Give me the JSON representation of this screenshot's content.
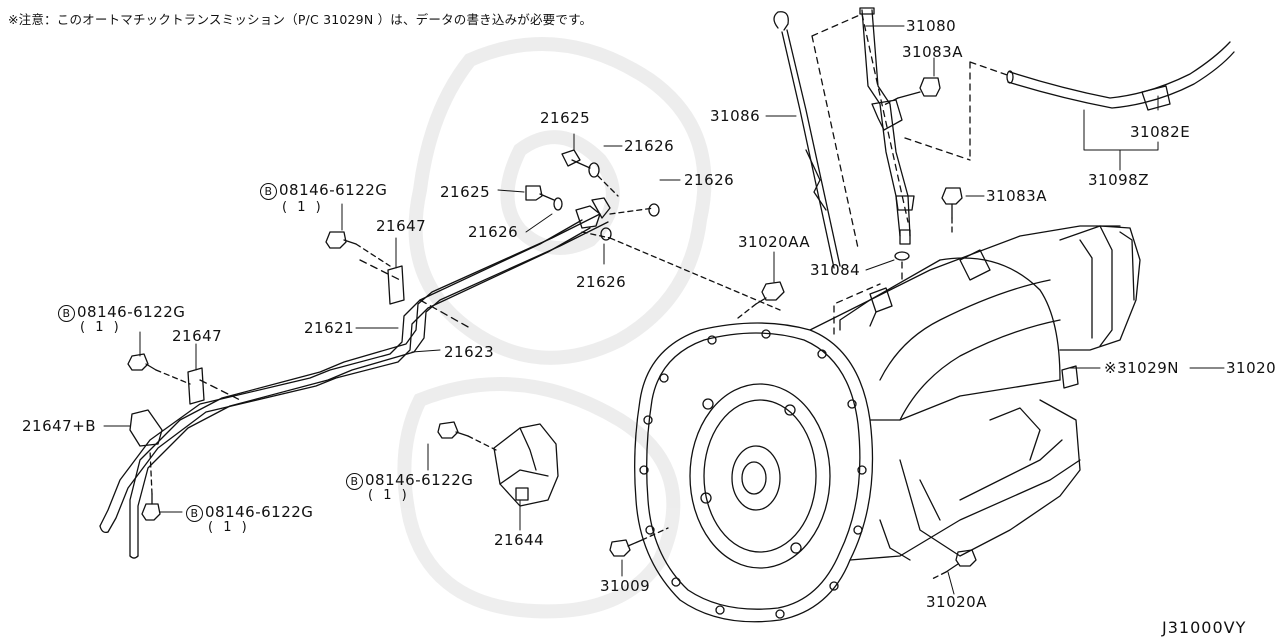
{
  "note": "※注意：このオートマチックトランスミッション（P/C 31029N ）は、データの書き込みが必要です。",
  "diagram_code": "J31000VY",
  "labels": {
    "p31080": "31080",
    "p31083a_top": "31083A",
    "p31086": "31086",
    "p31082e": "31082E",
    "p31098z": "31098Z",
    "p31083a_mid": "31083A",
    "p21625_top": "21625",
    "p21626_a": "21626",
    "p21626_b": "21626",
    "p21625_mid": "21625",
    "p21626_c": "21626",
    "p21626_d": "21626",
    "p31020aa": "31020AA",
    "p31084": "31084",
    "bolt1_num": "08146-6122G",
    "bolt1_qty": "( 1 )",
    "p21647_a": "21647",
    "bolt2_num": "08146-6122G",
    "bolt2_qty": "( 1 )",
    "p21647_b": "21647",
    "p21621": "21621",
    "p21623": "21623",
    "p21647b": "21647+B",
    "bolt3_num": "08146-6122G",
    "bolt3_qty": "( 1 )",
    "bolt4_num": "08146-6122G",
    "bolt4_qty": "( 1 )",
    "p21644": "21644",
    "p31029n": "※31029N",
    "p31020": "31020",
    "p31009": "31009",
    "p31020a": "31020A"
  },
  "bolt_marker": "B"
}
